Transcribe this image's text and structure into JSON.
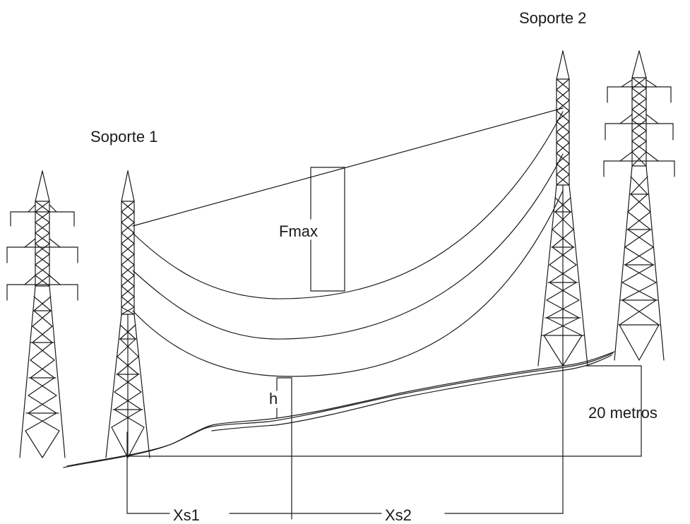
{
  "labels": {
    "support_1": "Soporte 1",
    "support_2": "Soporte 2",
    "max_sag": "Fmax",
    "clearance": "h",
    "height_difference": "20 metros",
    "span_1": "Xs1",
    "span_2": "Xs2"
  },
  "colors": {
    "line": "#1a1a1a",
    "background": "#ffffff"
  }
}
